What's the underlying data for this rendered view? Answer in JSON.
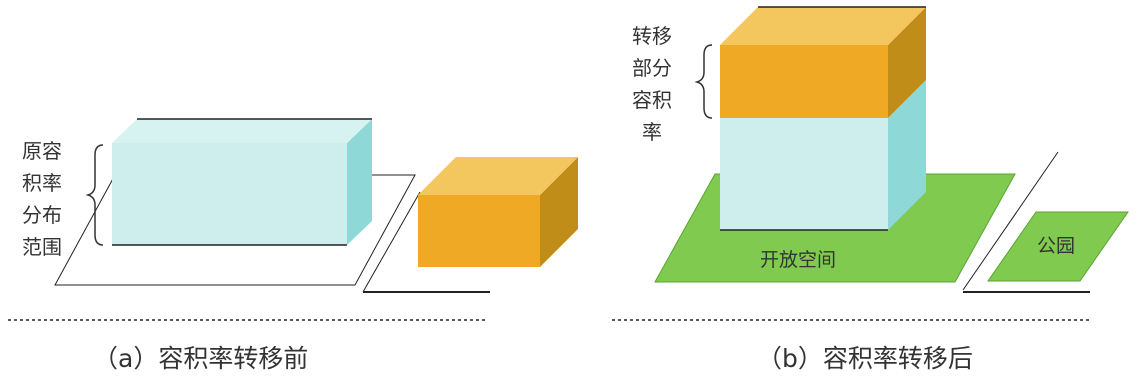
{
  "panel_a": {
    "side_label_lines": [
      "原容",
      "积率",
      "分布",
      "范围"
    ],
    "caption": "（a）容积率转移前"
  },
  "panel_b": {
    "side_label_lines": [
      "转移",
      "部分",
      "容积",
      "率"
    ],
    "open_space_label": "开放空间",
    "park_label": "公园",
    "caption": "（b）容积率转移后"
  },
  "colors": {
    "cyan_front": "#cdeeec",
    "cyan_top": "#d6f3f1",
    "cyan_side": "#8ed8d8",
    "orange_front": "#f0a925",
    "orange_top": "#f4c65e",
    "orange_side": "#c08e18",
    "green": "#7fca4f",
    "edge": "#222222",
    "text": "#333333"
  }
}
